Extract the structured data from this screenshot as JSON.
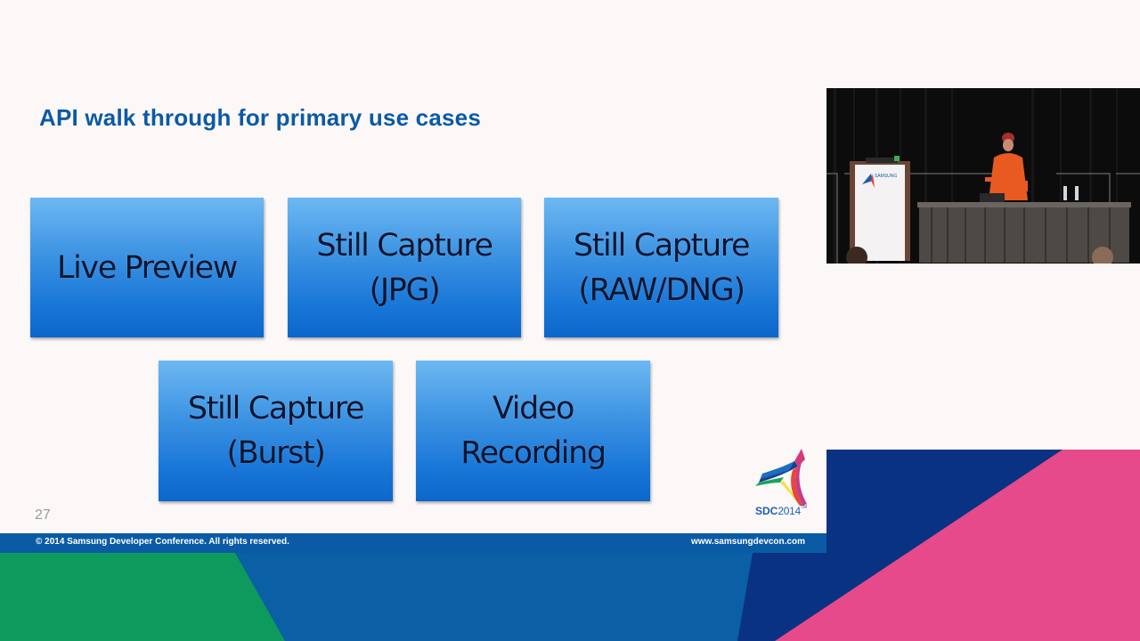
{
  "slide": {
    "title": "API walk through for primary use cases",
    "page_number": "27",
    "boxes": [
      {
        "line1": "Live Preview",
        "line2": ""
      },
      {
        "line1": "Still Capture",
        "line2": "(JPG)"
      },
      {
        "line1": "Still Capture",
        "line2": "(RAW/DNG)"
      },
      {
        "line1": "Still Capture",
        "line2": "(Burst)"
      },
      {
        "line1": "Video",
        "line2": "Recording"
      }
    ]
  },
  "footer": {
    "copyright": "© 2014 Samsung Developer Conference. All rights reserved.",
    "url": "www.samsungdevcon.com"
  },
  "logo": {
    "brand": "SDC",
    "year": "2014",
    "tm": "TM",
    "icon": "sdc-star-icon"
  },
  "video": {
    "description": "Presenter on stage at podium",
    "podium_label": "SAMSUNG"
  },
  "colors": {
    "title": "#0b5aa6",
    "footer_bar": "#0a5aa6",
    "green": "#0d9a5c",
    "mid_blue": "#0a5fa5",
    "navy": "#0a3282",
    "pink": "#e64a8a"
  }
}
